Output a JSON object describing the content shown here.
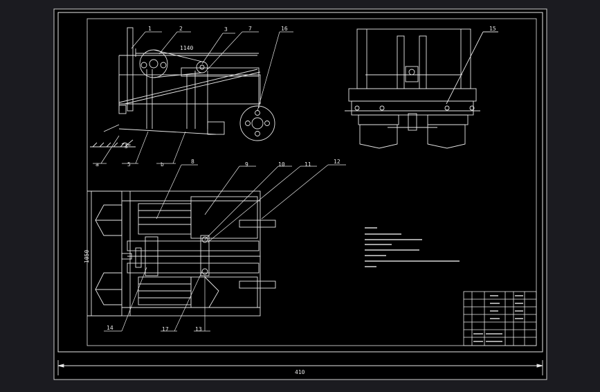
{
  "theme": {
    "viewport_bg": "#1b1b20",
    "sheet_bg": "#000000",
    "line_color": "#e8e8e8"
  },
  "dimensions": {
    "top_width": "1140",
    "plan_height": "1050",
    "sheet_width": "410"
  },
  "part_labels": {
    "p1": "1",
    "p2": "2",
    "p3": "3",
    "p7": "7",
    "p16": "16",
    "p15": "15",
    "pa": "a",
    "p5": "5",
    "pb": "b",
    "p8": "8",
    "p9": "9",
    "p10": "10",
    "p11": "11",
    "p12": "12",
    "p14": "14",
    "p17": "17",
    "p13": "13"
  },
  "angle_label": "3°"
}
